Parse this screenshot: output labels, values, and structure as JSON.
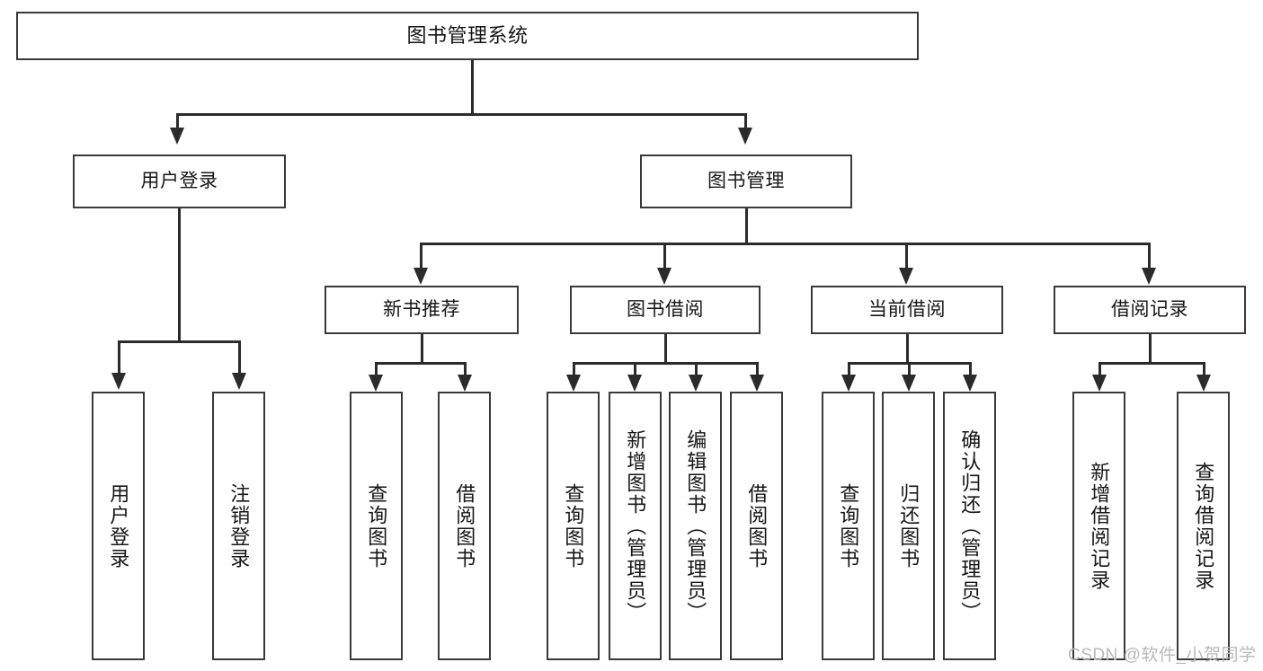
{
  "diagram": {
    "title": "图书管理系统",
    "type": "tree-hierarchy-diagram",
    "watermark": "CSDN @软件_小贺同学",
    "colors": {
      "box_border": "#3a3a3a",
      "connector": "#2b2b2b",
      "background": "#ffffff",
      "text": "#161616",
      "watermark": "#b9b9b9"
    }
  },
  "root": {
    "label": "图书管理系统"
  },
  "level2": [
    {
      "label": "用户登录"
    },
    {
      "label": "图书管理"
    }
  ],
  "level3": [
    {
      "label": "新书推荐"
    },
    {
      "label": "图书借阅"
    },
    {
      "label": "当前借阅"
    },
    {
      "label": "借阅记录"
    }
  ],
  "leaves": {
    "user_login": [
      {
        "label": "用户登录"
      },
      {
        "label": "注销登录"
      }
    ],
    "new_book_recommend": [
      {
        "label": "查询图书"
      },
      {
        "label": "借阅图书"
      }
    ],
    "book_borrow": [
      {
        "label": "查询图书"
      },
      {
        "label": "新增图书（管理员）"
      },
      {
        "label": "编辑图书（管理员）"
      },
      {
        "label": "借阅图书"
      }
    ],
    "current_borrow": [
      {
        "label": "查询图书"
      },
      {
        "label": "归还图书"
      },
      {
        "label": "确认归还（管理员）"
      }
    ],
    "borrow_record": [
      {
        "label": "新增借阅记录"
      },
      {
        "label": "查询借阅记录"
      }
    ]
  }
}
